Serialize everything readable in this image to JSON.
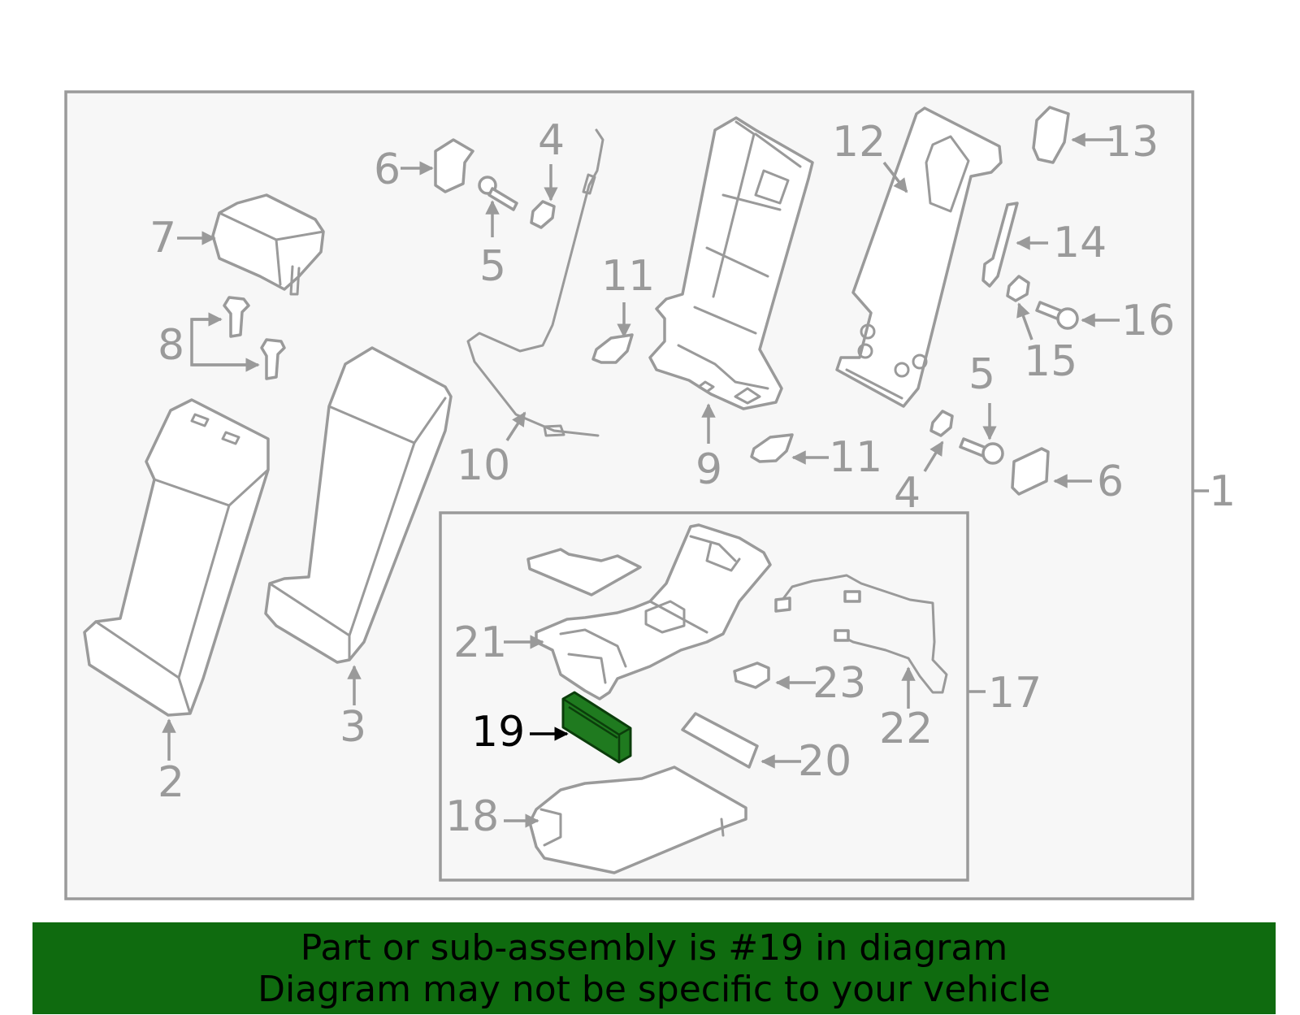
{
  "diagram": {
    "highlight_color": "#1f7a1f",
    "highlighted_part": "19",
    "callouts": {
      "c1": "1",
      "c2": "2",
      "c3": "3",
      "c4a": "4",
      "c4b": "4",
      "c5a": "5",
      "c5b": "5",
      "c6a": "6",
      "c6b": "6",
      "c7": "7",
      "c8": "8",
      "c9": "9",
      "c10": "10",
      "c11a": "11",
      "c11b": "11",
      "c12": "12",
      "c13": "13",
      "c14": "14",
      "c15": "15",
      "c16": "16",
      "c17": "17",
      "c18": "18",
      "c19": "19",
      "c20": "20",
      "c21": "21",
      "c22": "22",
      "c23": "23"
    }
  },
  "banner": {
    "line1": "Part or sub-assembly is #19 in diagram",
    "line2": "Diagram may not be specific to your vehicle",
    "background": "#0f6b0f"
  }
}
